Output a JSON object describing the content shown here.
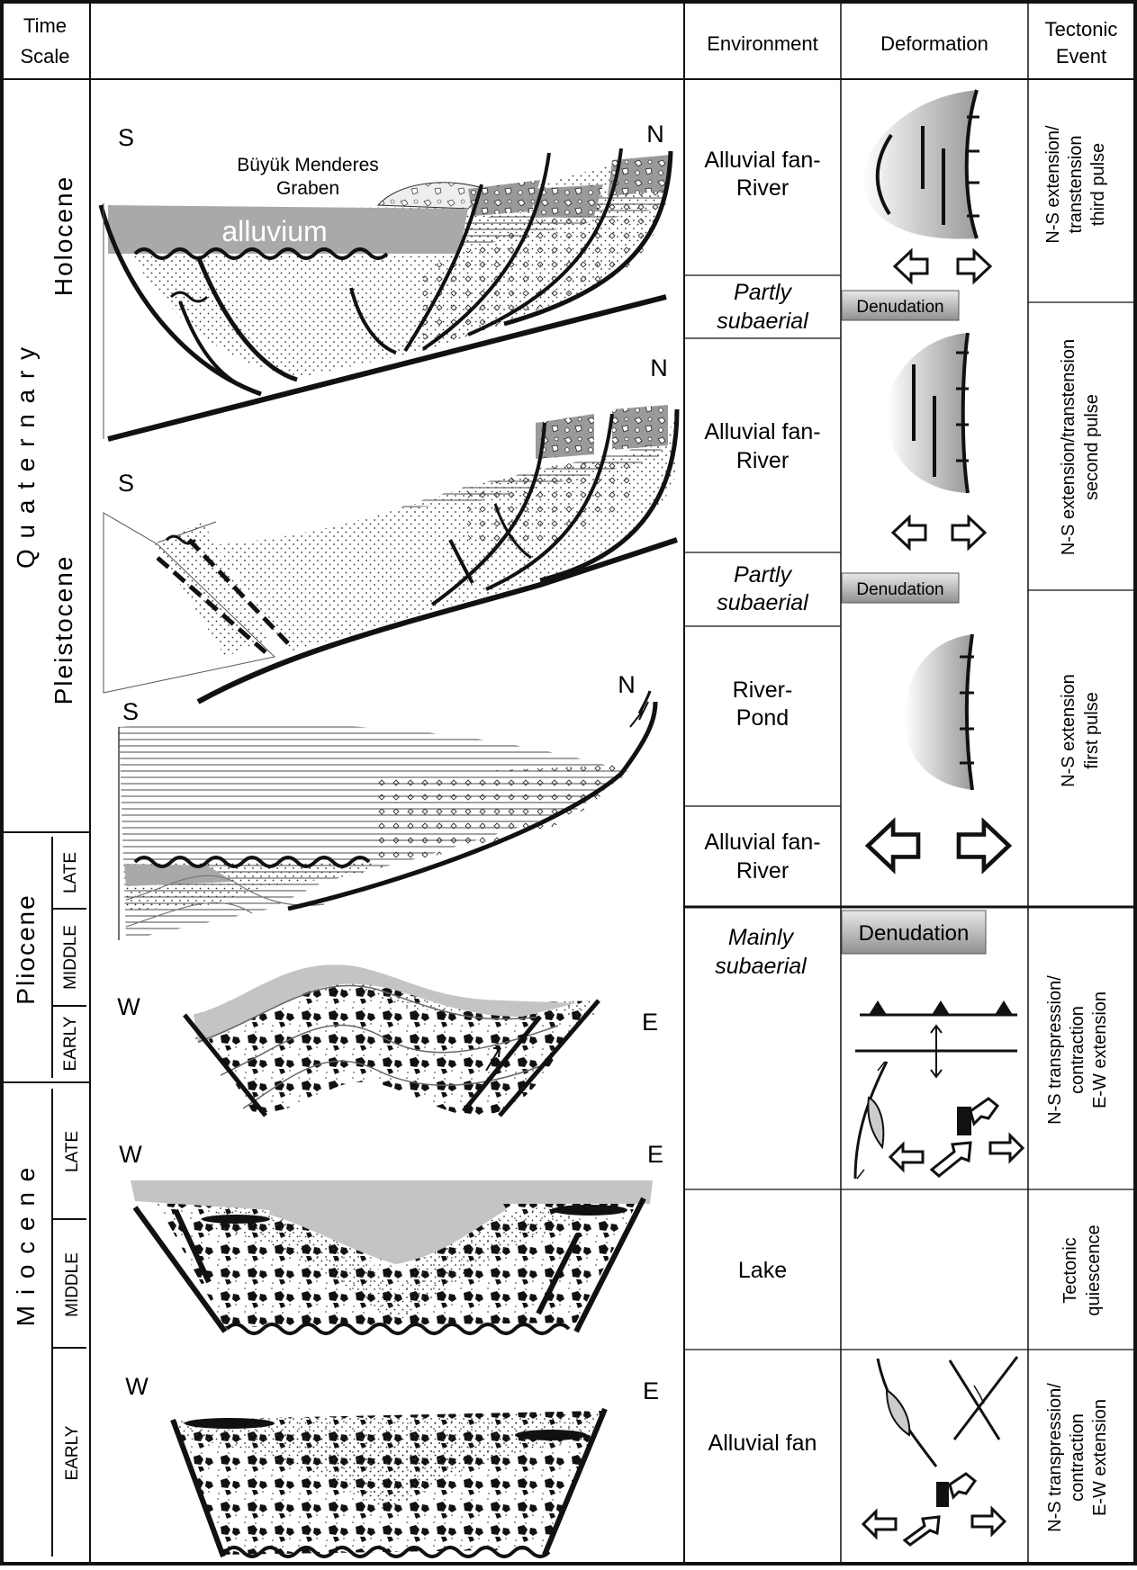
{
  "header": {
    "time_scale": [
      "Time",
      "Scale"
    ],
    "environment": "Environment",
    "deformation": "Deformation",
    "tectonic_event": [
      "Tectonic",
      "Event"
    ]
  },
  "time_scale": {
    "quaternary": "Q u a t e r n a r y",
    "holocene": "Holocene",
    "pleistocene": "Pleistocene",
    "pliocene": "Pliocene",
    "pliocene_late": "LATE",
    "pliocene_middle": "MIDDLE",
    "pliocene_early": "EARLY",
    "miocene": "M i o c e n e",
    "miocene_late": "LATE",
    "miocene_middle": "MIDDLE",
    "miocene_early": "EARLY"
  },
  "sections": {
    "s1_left": "S",
    "s1_right": "N",
    "graben": [
      "Büyük Menderes",
      "Graben"
    ],
    "alluvium": "alluvium",
    "s2_left": "S",
    "s2_right": "N",
    "s3_left": "S",
    "s3_right": "N",
    "s4_left": "W",
    "s4_right": "E",
    "s5_left": "W",
    "s5_right": "E",
    "s6_left": "W",
    "s6_right": "E"
  },
  "environment": {
    "e1": [
      "Alluvial fan-",
      "River"
    ],
    "e2": [
      "Partly",
      "subaerial"
    ],
    "e3": [
      "Alluvial fan-",
      "River"
    ],
    "e4": [
      "Partly",
      "subaerial"
    ],
    "e5": [
      "River-",
      "Pond"
    ],
    "e6": [
      "Alluvial fan-",
      "River"
    ],
    "e7": [
      "Mainly",
      "subaerial"
    ],
    "e8": "Lake",
    "e9": "Alluvial fan"
  },
  "deformation": {
    "denudation_1": "Denudation",
    "denudation_2": "Denudation",
    "denudation_3": "Denudation"
  },
  "tectonic": {
    "t1": [
      "N-S extension/",
      "transtension",
      "third pulse"
    ],
    "t2": [
      "N-S extension/transtension",
      "second pulse"
    ],
    "t3": [
      "N-S extension",
      "first pulse"
    ],
    "t4": [
      "N-S transpression/",
      "contraction",
      "E-W extension"
    ],
    "t5": [
      "Tectonic",
      "quiescence"
    ],
    "t6": [
      "N-S transpression/",
      "contraction",
      "E-W extension"
    ]
  },
  "colors": {
    "alluvium_fill": "#a9a9a9",
    "denudation_fill": "#b8b8b8",
    "light_gray_layer": "#c4c4c4"
  }
}
